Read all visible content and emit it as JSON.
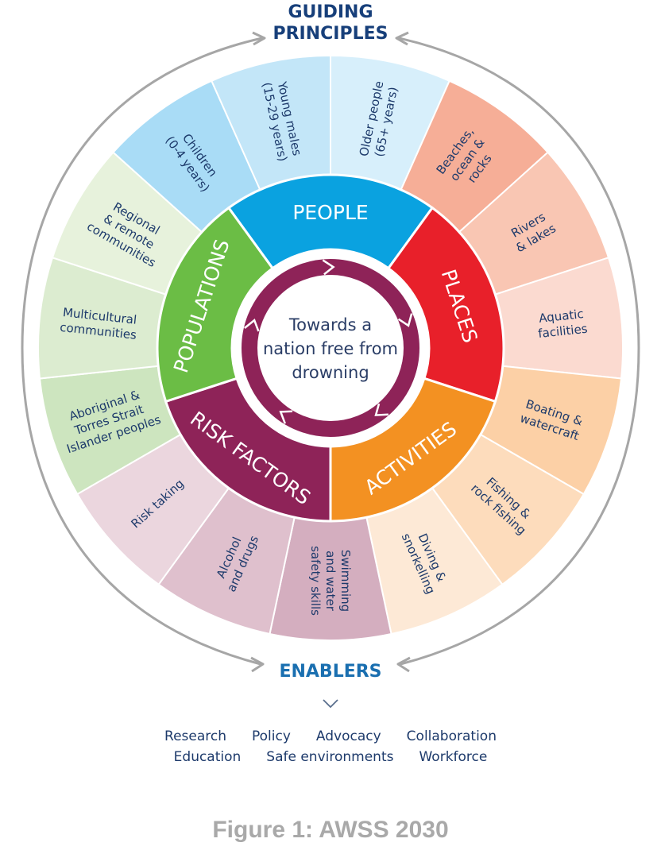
{
  "header": {
    "title_line1": "GUIDING",
    "title_line2": "PRINCIPLES"
  },
  "center": {
    "line1": "Towards a",
    "line2": "nation free from",
    "line3": "drowning"
  },
  "colors": {
    "people": "#0aa2e0",
    "places": "#e8202a",
    "activities": "#f39122",
    "risk_factors": "#8e2358",
    "populations": "#6bbd45",
    "title": "#173f7a",
    "enablers": "#1a6fb0",
    "text": "#1d3a6b"
  },
  "categories": [
    {
      "id": "people",
      "label": "PEOPLE"
    },
    {
      "id": "places",
      "label": "PLACES"
    },
    {
      "id": "activities",
      "label": "ACTIVITIES"
    },
    {
      "id": "risk_factors",
      "label": "RISK FACTORS"
    },
    {
      "id": "populations",
      "label": "POPULATIONS"
    }
  ],
  "segments": [
    {
      "category": "people",
      "lines": [
        "Older people",
        "(65+ years)"
      ],
      "fill": "#d7effb"
    },
    {
      "category": "places",
      "lines": [
        "Beaches,",
        "ocean &",
        "rocks"
      ],
      "fill": "#f6ae97"
    },
    {
      "category": "places",
      "lines": [
        "Rivers",
        "& lakes"
      ],
      "fill": "#f9c6b3"
    },
    {
      "category": "places",
      "lines": [
        "Aquatic",
        "facilities"
      ],
      "fill": "#fbdad0"
    },
    {
      "category": "activities",
      "lines": [
        "Boating &",
        "watercraft"
      ],
      "fill": "#fcd0a6"
    },
    {
      "category": "activities",
      "lines": [
        "Fishing &",
        "rock fishing"
      ],
      "fill": "#fddcbc"
    },
    {
      "category": "activities",
      "lines": [
        "Diving &",
        "snorkelling"
      ],
      "fill": "#fde9d6"
    },
    {
      "category": "risk_factors",
      "lines": [
        "Swimming",
        "and water",
        "safety skills"
      ],
      "fill": "#d4aebf"
    },
    {
      "category": "risk_factors",
      "lines": [
        "Alcohol",
        "and drugs"
      ],
      "fill": "#dfc0cd"
    },
    {
      "category": "risk_factors",
      "lines": [
        "Risk taking"
      ],
      "fill": "#ebd6de"
    },
    {
      "category": "populations",
      "lines": [
        "Aboriginal &",
        "Torres Strait",
        "Islander peoples"
      ],
      "fill": "#cde5bf"
    },
    {
      "category": "populations",
      "lines": [
        "Multicultural",
        "communities"
      ],
      "fill": "#dcecd0"
    },
    {
      "category": "populations",
      "lines": [
        "Regional",
        "& remote",
        "communities"
      ],
      "fill": "#e7f2dc"
    },
    {
      "category": "people",
      "lines": [
        "Children",
        "(0-4 years)"
      ],
      "fill": "#a9dcf6"
    },
    {
      "category": "people",
      "lines": [
        "Young males",
        "(15-29 years)"
      ],
      "fill": "#c3e6f8"
    }
  ],
  "enablers": {
    "title": "ENABLERS",
    "row1": [
      "Research",
      "Policy",
      "Advocacy",
      "Collaboration"
    ],
    "row2": [
      "Education",
      "Safe environments",
      "Workforce"
    ]
  },
  "caption": "Figure 1: AWSS 2030"
}
